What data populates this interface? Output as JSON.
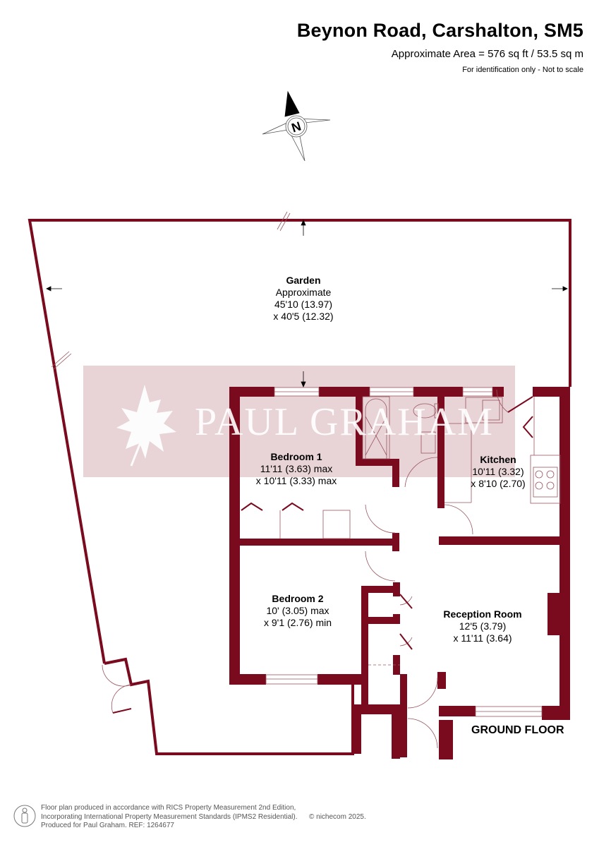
{
  "header": {
    "title": "Beynon Road, Carshalton, SM5",
    "area": "Approximate Area = 576  sq ft / 53.5 sq m",
    "note": "For identification only - Not to scale"
  },
  "compass": {
    "icon": "north-compass-icon",
    "letter": "N"
  },
  "watermark": {
    "text": "PAUL GRAHAM",
    "icon": "leaf-logo-icon"
  },
  "rooms": [
    {
      "name": "Garden",
      "lines": [
        "Approximate",
        "45'10 (13.97)",
        "x 40'5 (12.32)"
      ]
    },
    {
      "name": "Bedroom 1",
      "lines": [
        "11'11 (3.63) max",
        "x 10'11 (3.33) max"
      ]
    },
    {
      "name": "Kitchen",
      "lines": [
        "10'11 (3.32)",
        "x 8'10 (2.70)"
      ]
    },
    {
      "name": "Bedroom 2",
      "lines": [
        "10' (3.05) max",
        "x 9'1 (2.76) min"
      ]
    },
    {
      "name": "Reception Room",
      "lines": [
        "12'5 (3.79)",
        "x 11'11 (3.64)"
      ]
    }
  ],
  "floor_label": "GROUND FLOOR",
  "footer": {
    "line1": "Floor plan produced in accordance with RICS Property Measurement 2nd Edition,",
    "line2": "Incorporating International Property Measurement Standards (IPMS2 Residential).",
    "line3": "Produced for Paul Graham.   REF: 1264677",
    "copyright": "© nichecom 2025.",
    "icon": "person-icon"
  },
  "colors": {
    "wall": "#7a0a1e",
    "watermark_band": "#e8d3d6",
    "fixture": "#9a5560"
  }
}
